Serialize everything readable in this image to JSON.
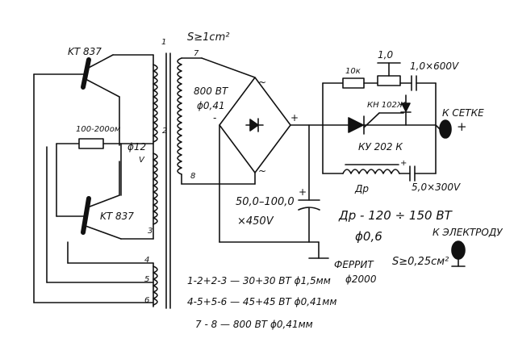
{
  "colors": {
    "ink": "#111111",
    "paper": "#ffffff"
  },
  "transistors": {
    "top": "KT 837",
    "bottom": "KT 837"
  },
  "core": {
    "area": "S≥1cm²"
  },
  "resistor_bias": "100-200ом",
  "supply_voltage": "ϕ12",
  "supply_unit": "V",
  "winding_primary": {
    "turns": "800 ВТ",
    "wire": "ϕ0,41"
  },
  "pin_numbers": {
    "p1": "1",
    "p2": "2",
    "p3": "3",
    "p4": "4",
    "p5": "5",
    "p6": "6",
    "p7": "7",
    "p8": "8"
  },
  "bridge": {
    "ac1": "~",
    "ac2": "~",
    "minus": "-",
    "plus": "+"
  },
  "cap_main": {
    "value": "50,0–100,0",
    "voltage": "×450V",
    "plus": "+"
  },
  "resistor_10k": "10к",
  "pot": "1,0",
  "cap_top": "1,0×600V",
  "zener": "КН 102Ж",
  "scr": "КУ 202 К",
  "output": {
    "label": "К СЕТКЕ",
    "plus": "+"
  },
  "choke": {
    "name": "Др",
    "plus": "+",
    "spec": "Др - 120 ÷ 150 ВТ",
    "wire": "ϕ0,6",
    "ferrite": "ФЕРРИТ",
    "ferrite_grade": "ϕ2000",
    "area": "S≥0,25см²"
  },
  "cap_choke": "5,0×300V",
  "electrode": "К ЭЛЕКТРОДУ",
  "winding_notes": [
    "1-2+2-3 — 30+30 ВТ ϕ1,5мм",
    "4-5+5-6 — 45+45 ВТ ϕ0,41мм",
    "7 - 8 — 800 ВТ ϕ0,41мм"
  ]
}
